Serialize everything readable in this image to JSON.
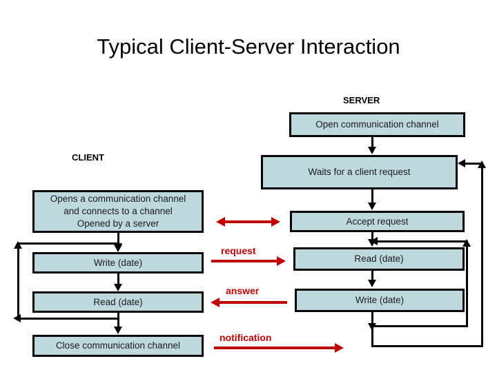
{
  "slide": {
    "title": "Typical Client-Server Interaction",
    "background_color": "#ffffff"
  },
  "palette": {
    "box_fill": "#bdd9de",
    "box_border": "#000000",
    "message_arrow_color": "#c00000",
    "text_color": "#1a1a1a"
  },
  "columns": {
    "client_label": "CLIENT",
    "server_label": "SERVER"
  },
  "client_steps": [
    {
      "id": "client-open",
      "line1": "Opens a communication channel",
      "line2": "and  connects to a channel",
      "line3": "Opened by a server"
    },
    {
      "id": "client-write",
      "line1": "Write (date)"
    },
    {
      "id": "client-read",
      "line1": "Read (date)"
    },
    {
      "id": "client-close",
      "line1": "Close communication channel"
    }
  ],
  "server_steps": [
    {
      "id": "server-open",
      "label": "Open communication channel"
    },
    {
      "id": "server-wait",
      "label": "Waits for a client request"
    },
    {
      "id": "server-accept",
      "label": "Accept request"
    },
    {
      "id": "server-read",
      "label": "Read (date)"
    },
    {
      "id": "server-write",
      "label": "Write (date)"
    }
  ],
  "messages": [
    {
      "id": "handshake",
      "label": "",
      "direction": "both"
    },
    {
      "id": "request",
      "label": "request",
      "direction": "right"
    },
    {
      "id": "answer",
      "label": "answer",
      "direction": "left"
    },
    {
      "id": "notification",
      "label": "notification",
      "direction": "right"
    }
  ]
}
